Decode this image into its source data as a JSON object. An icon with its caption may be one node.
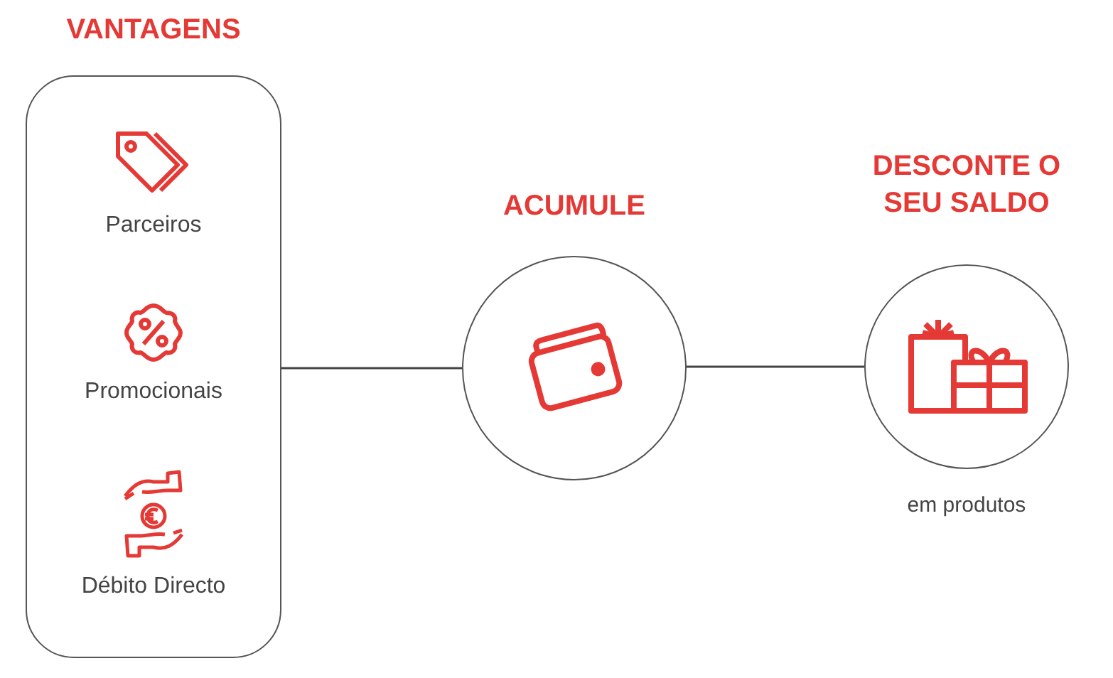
{
  "diagram": {
    "nodes": [
      {
        "text": [
          "VANTAGENS",
          "Parceiros",
          "Promocionais",
          "Débito Directo"
        ]
      },
      {
        "text": [
          "ACUMULE"
        ]
      },
      {
        "text": [
          "DESCONTE O SEU SALDO"
        ],
        "beside": [
          "em produtos"
        ]
      }
    ],
    "edges": [
      {
        "from": 0,
        "to": 1,
        "arrow": "none"
      },
      {
        "from": 1,
        "to": 2,
        "arrow": "none"
      }
    ]
  }
}
